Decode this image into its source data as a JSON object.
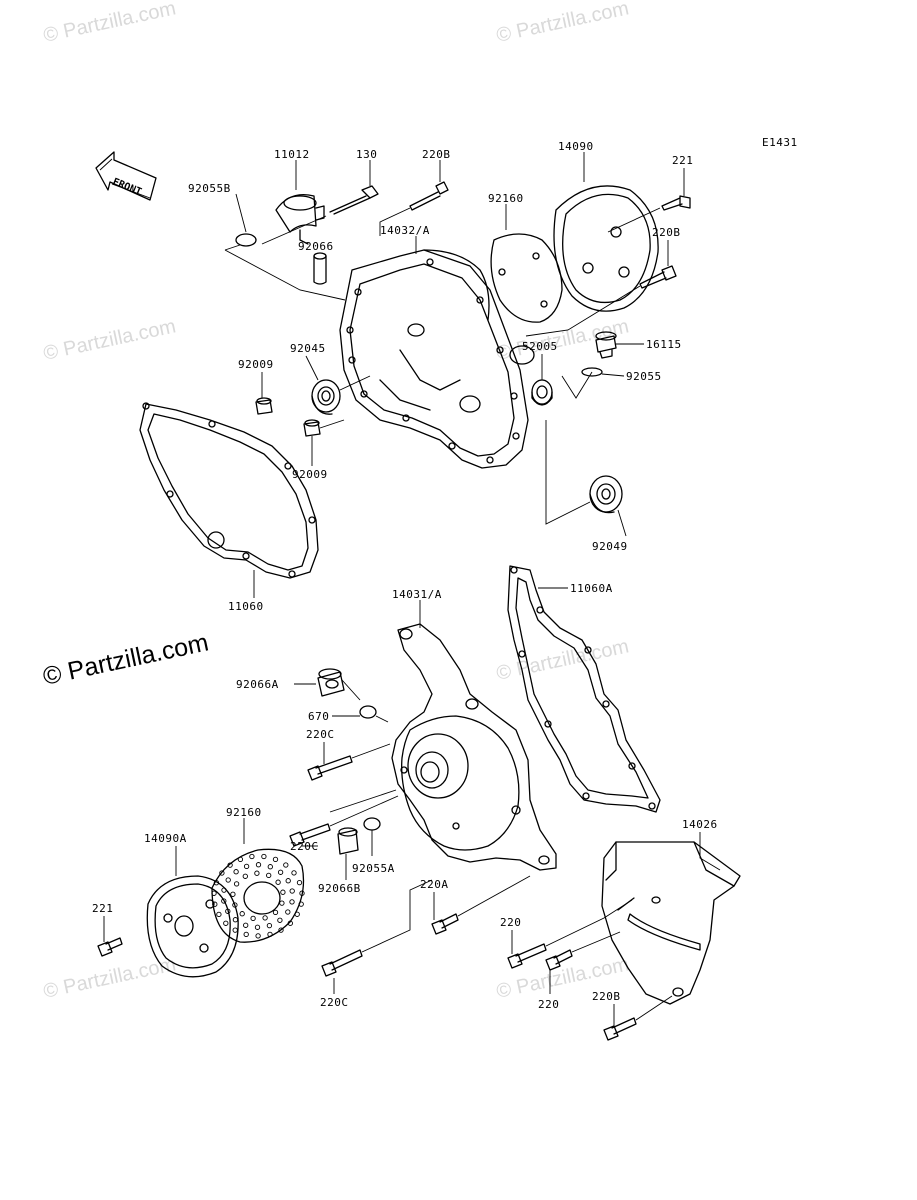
{
  "diagram_code": "E1431",
  "front_label": "FRONT",
  "watermarks": {
    "small": "© Partzilla.com",
    "big": "© Partzilla.com"
  },
  "labels": {
    "p11012": "11012",
    "p130": "130",
    "p220B_top": "220B",
    "p14090": "14090",
    "p221_top": "221",
    "p92055B": "92055B",
    "p92160_top": "92160",
    "p14032A": "14032/A",
    "p220B_right": "220B",
    "p92066": "92066",
    "p16115": "16115",
    "p52005": "52005",
    "p92055": "92055",
    "p92009_a": "92009",
    "p92045": "92045",
    "p92009_b": "92009",
    "p92049": "92049",
    "p11060": "11060",
    "p14031A": "14031/A",
    "p11060A": "11060A",
    "p92066A": "92066A",
    "p670": "670",
    "p220C_a": "220C",
    "p92160_bot": "92160",
    "p14090A": "14090A",
    "p220C_b": "220C",
    "p92055A": "92055A",
    "p92066B": "92066B",
    "p220A": "220A",
    "p14026": "14026",
    "p221_bot": "221",
    "p220_a": "220",
    "p220_b": "220",
    "p220C_c": "220C",
    "p220B_bot": "220B"
  }
}
